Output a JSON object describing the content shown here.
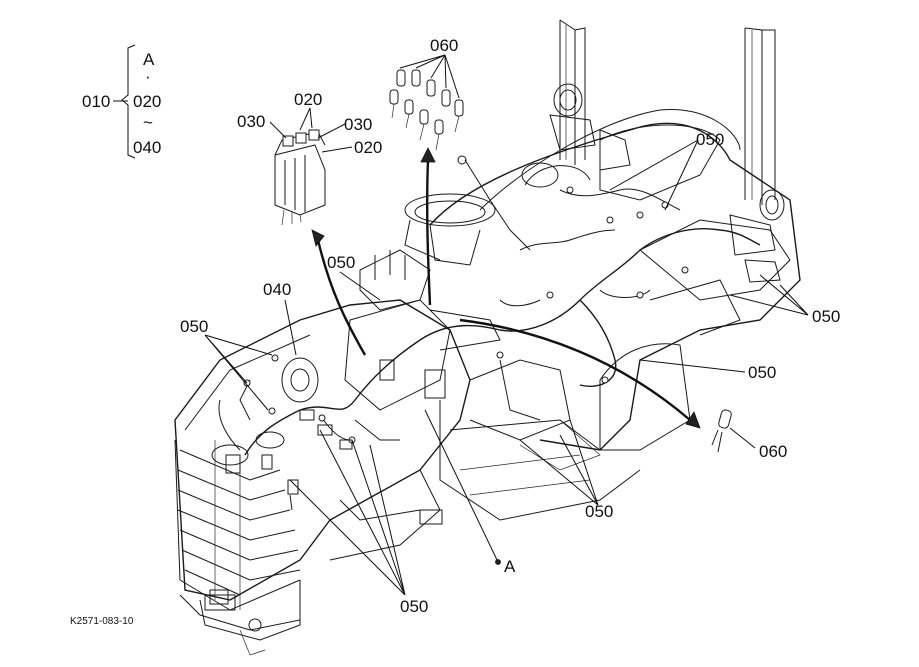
{
  "labels": {
    "a_top": "A",
    "a_dot": "·",
    "group_parent": "010",
    "group_020": "020",
    "group_range": "~",
    "group_040": "040",
    "relay_020_top": "020",
    "relay_030_left": "030",
    "relay_030_right": "030",
    "relay_020_right": "020",
    "bulbs_060_top": "060",
    "harness_050_upper_right": "050",
    "harness_050_center": "050",
    "part_040": "040",
    "harness_050_left": "050",
    "harness_050_right_a": "050",
    "harness_050_right_b": "050",
    "bulb_060_right": "060",
    "harness_050_center_bottom": "050",
    "point_a": "A",
    "harness_050_bottom": "050",
    "drawing_number": "K2571-083-10"
  }
}
